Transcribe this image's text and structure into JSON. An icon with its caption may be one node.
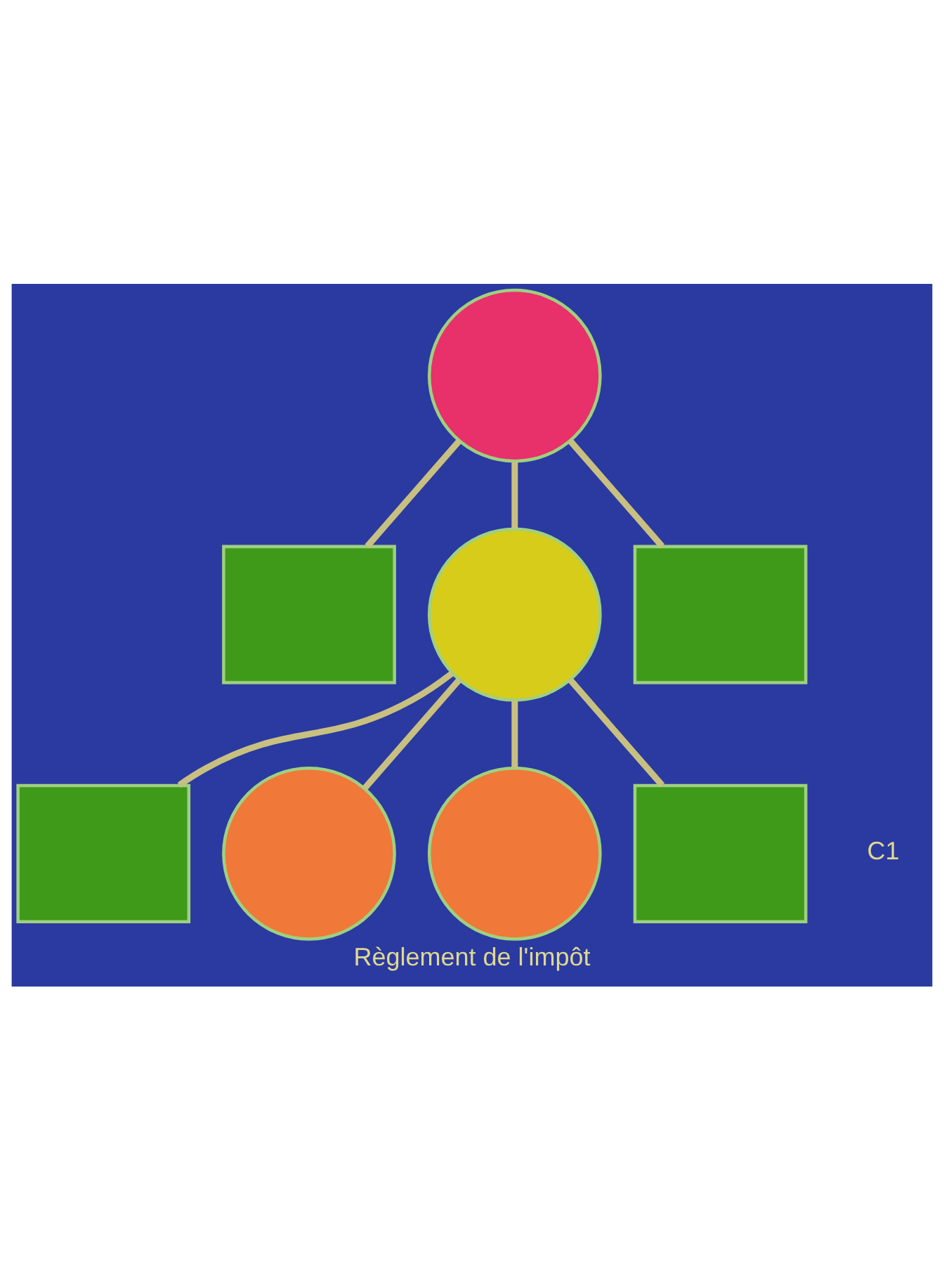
{
  "diagram": {
    "caption": "Règlement de l'impôt",
    "nodes": [
      {
        "text": [],
        "shape": "circle"
      },
      {
        "text": [],
        "shape": "box"
      },
      {
        "text": [],
        "shape": "circle"
      },
      {
        "text": [],
        "shape": "box"
      },
      {
        "text": [],
        "shape": "box"
      },
      {
        "text": [],
        "shape": "circle"
      },
      {
        "text": [],
        "shape": "circle"
      },
      {
        "text": [],
        "shape": "box"
      }
    ],
    "edges": [
      {
        "from": 0,
        "to": 1,
        "arrow": "none"
      },
      {
        "from": 0,
        "to": 2,
        "arrow": "none"
      },
      {
        "from": 0,
        "to": 3,
        "arrow": "none"
      },
      {
        "from": 2,
        "to": 4,
        "arrow": "none"
      },
      {
        "from": 2,
        "to": 5,
        "arrow": "none"
      },
      {
        "from": 2,
        "to": 6,
        "arrow": "none"
      },
      {
        "from": 2,
        "to": 7,
        "arrow": "none"
      }
    ],
    "labels": [
      "C1"
    ]
  }
}
